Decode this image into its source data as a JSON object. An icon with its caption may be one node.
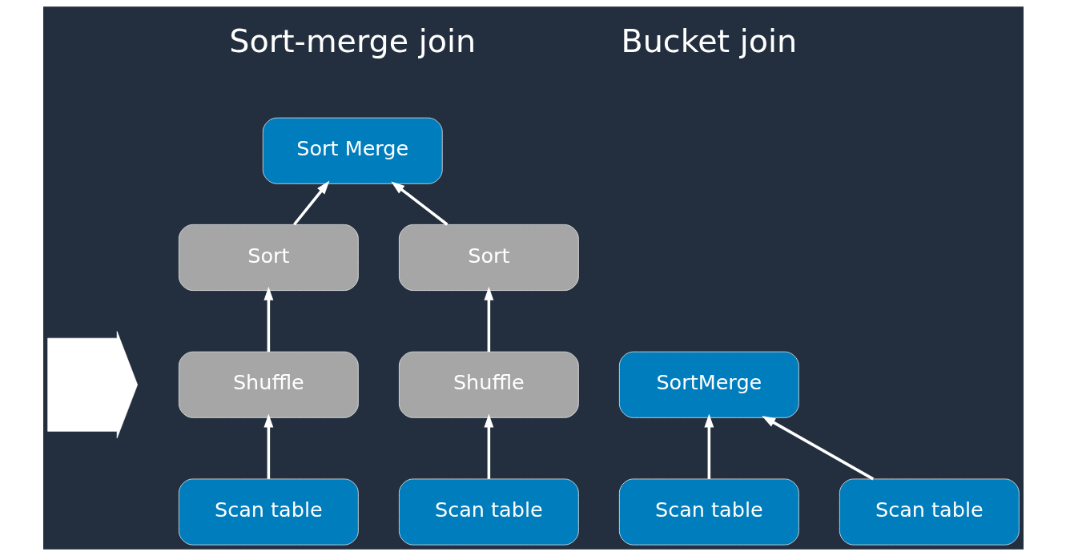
{
  "diagram": {
    "nodes": [
      {
        "text": [
          "Sort Merge"
        ]
      },
      {
        "text": [
          "Sort"
        ]
      },
      {
        "text": [
          "Sort"
        ]
      },
      {
        "text": [
          "Shuffle"
        ]
      },
      {
        "text": [
          "Shuffle"
        ]
      },
      {
        "text": [
          "Scan table"
        ]
      },
      {
        "text": [
          "Scan table"
        ]
      },
      {
        "text": [],
        "shape": "arrow"
      },
      {
        "text": [
          "SortMerge"
        ]
      },
      {
        "text": [
          "Scan table"
        ]
      },
      {
        "text": [
          "Scan table"
        ]
      }
    ],
    "edges": [
      {
        "from": 1,
        "to": 0,
        "arrow": "to"
      },
      {
        "from": 2,
        "to": 0,
        "arrow": "to"
      },
      {
        "from": 3,
        "to": 1,
        "arrow": "to"
      },
      {
        "from": 4,
        "to": 2,
        "arrow": "to"
      },
      {
        "from": 5,
        "to": 3,
        "arrow": "to"
      },
      {
        "from": 6,
        "to": 4,
        "arrow": "to"
      },
      {
        "from": 9,
        "to": 8,
        "arrow": "to"
      },
      {
        "from": 10,
        "to": 8,
        "arrow": "to"
      }
    ],
    "labels": [
      "Sort-merge join",
      "Bucket join"
    ]
  }
}
